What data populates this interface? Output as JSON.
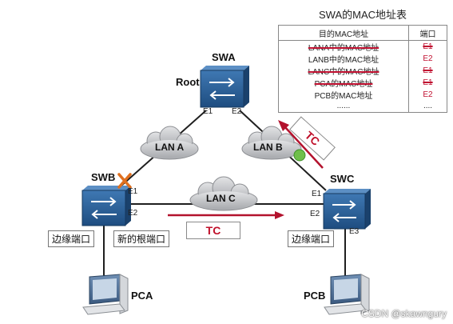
{
  "table": {
    "title": "SWA的MAC地址表",
    "headers": [
      "目的MAC地址",
      "端口"
    ],
    "rows": [
      {
        "addr": "LANA中的MAC地址",
        "port": "E1",
        "struck": true
      },
      {
        "addr": "LANB中的MAC地址",
        "port": "E2",
        "struck": false
      },
      {
        "addr": "LANC中的MAC地址",
        "port": "E1",
        "struck": true
      },
      {
        "addr": "PCA的MAC地址",
        "port": "E1",
        "struck": true
      },
      {
        "addr": "PCB的MAC地址",
        "port": "E2",
        "struck": false
      },
      {
        "addr": "......",
        "port": "....",
        "struck": false
      }
    ]
  },
  "switches": {
    "swa": {
      "name": "SWA",
      "role": "Root",
      "port1": "E1",
      "port2": "E2"
    },
    "swb": {
      "name": "SWB",
      "port1": "E1",
      "port2": "E2"
    },
    "swc": {
      "name": "SWC",
      "port1": "E1",
      "port2": "E2",
      "port3": "E3"
    }
  },
  "lans": {
    "a": "LAN A",
    "b": "LAN B",
    "c": "LAN C"
  },
  "labels": {
    "swb_edge": "边缘端口",
    "swb_new_root": "新的根端口",
    "swc_edge": "边缘端口",
    "tc_diagonal": "TC",
    "tc_bottom": "TC"
  },
  "pcs": {
    "pca": "PCA",
    "pcb": "PCB"
  },
  "watermark": "CSDN @skawngury",
  "colors": {
    "accent": "#c0102a",
    "link": "#1f1f1f",
    "switch": "#2f5f94",
    "cloud": "#c7c9cc"
  }
}
